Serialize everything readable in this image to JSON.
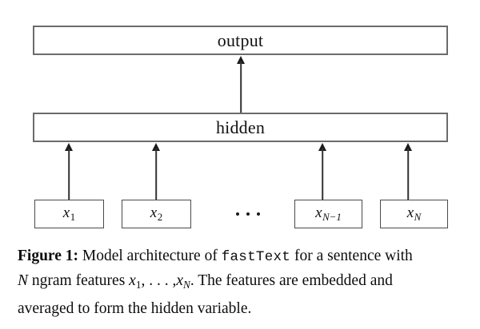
{
  "figure": {
    "diagram": {
      "output_node": {
        "label": "output"
      },
      "hidden_node": {
        "label": "hidden"
      },
      "input_nodes": [
        {
          "label": "x1",
          "base": "x",
          "sub": "1",
          "sub_italic": false
        },
        {
          "label": "x2",
          "base": "x",
          "sub": "2",
          "sub_italic": false
        },
        {
          "label": "xN-1",
          "base": "x",
          "sub": "N−1",
          "sub_italic": true
        },
        {
          "label": "xN",
          "base": "x",
          "sub": "N",
          "sub_italic": true
        }
      ],
      "ellipsis": "…",
      "arrows": [
        {
          "name": "x1-to-hidden",
          "from": "x1",
          "to": "hidden"
        },
        {
          "name": "x2-to-hidden",
          "from": "x2",
          "to": "hidden"
        },
        {
          "name": "xN-1-to-hidden",
          "from": "xN-1",
          "to": "hidden"
        },
        {
          "name": "xN-to-hidden",
          "from": "xN",
          "to": "hidden"
        },
        {
          "name": "hidden-to-output",
          "from": "hidden",
          "to": "output"
        }
      ]
    },
    "caption": {
      "label": "Figure 1:",
      "line1_a": " Model architecture of ",
      "line1_mono": "fastText",
      "line1_b": " for a sentence with",
      "line2_a": "N",
      "line2_b": " ngram features ",
      "line2_x1_base": "x",
      "line2_x1_sub": "1",
      "line2_mid": ", . . . ,",
      "line2_xn_base": "x",
      "line2_xn_sub": "N",
      "line2_c": ". The features are embedded and",
      "line3": "averaged to form the hidden variable."
    }
  },
  "colors": {
    "page_background": "#ffffff",
    "box_border_layer": "#6b6b6b",
    "box_border_input": "#4a4a4a",
    "arrow": "#1c1c1c",
    "text": "#0d0d0d"
  }
}
